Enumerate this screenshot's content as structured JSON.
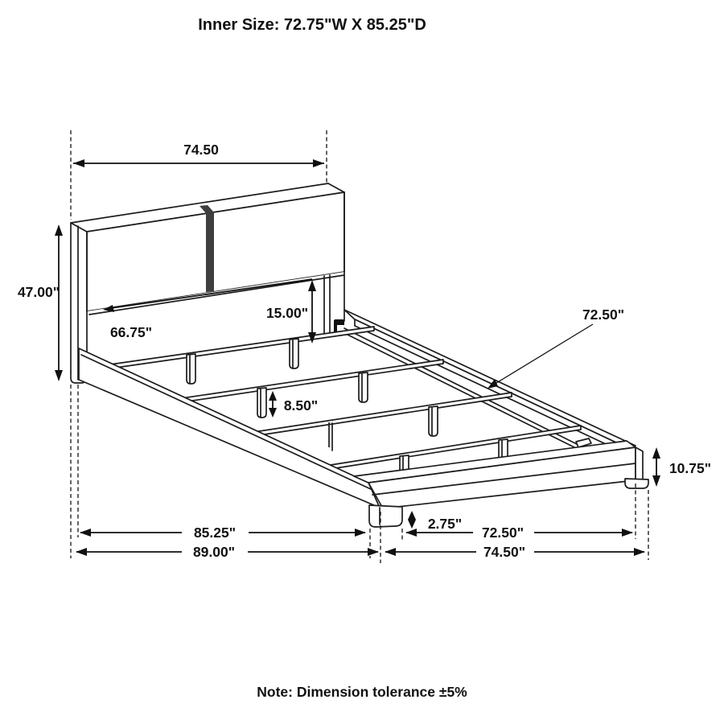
{
  "title": "Inner Size: 72.75\"W X 85.25\"D",
  "note": "Note: Dimension tolerance ±5%",
  "colors": {
    "line": "#1c1c1c",
    "background": "#ffffff",
    "panel_gap": "#3f3f3f"
  },
  "dimensions": {
    "headboard_width_top": "74.50",
    "headboard_height": "47.00\"",
    "headboard_panel": "66.75\"",
    "headboard_to_frame": "15.00\"",
    "slat_leg_height": "8.50\"",
    "center_rail": "72.50\"",
    "footboard_height": "10.75\"",
    "foot_leg_height": "2.75\"",
    "inner_length": "85.25\"",
    "overall_length": "89.00\"",
    "inner_width": "72.50\"",
    "overall_width": "74.50\""
  }
}
